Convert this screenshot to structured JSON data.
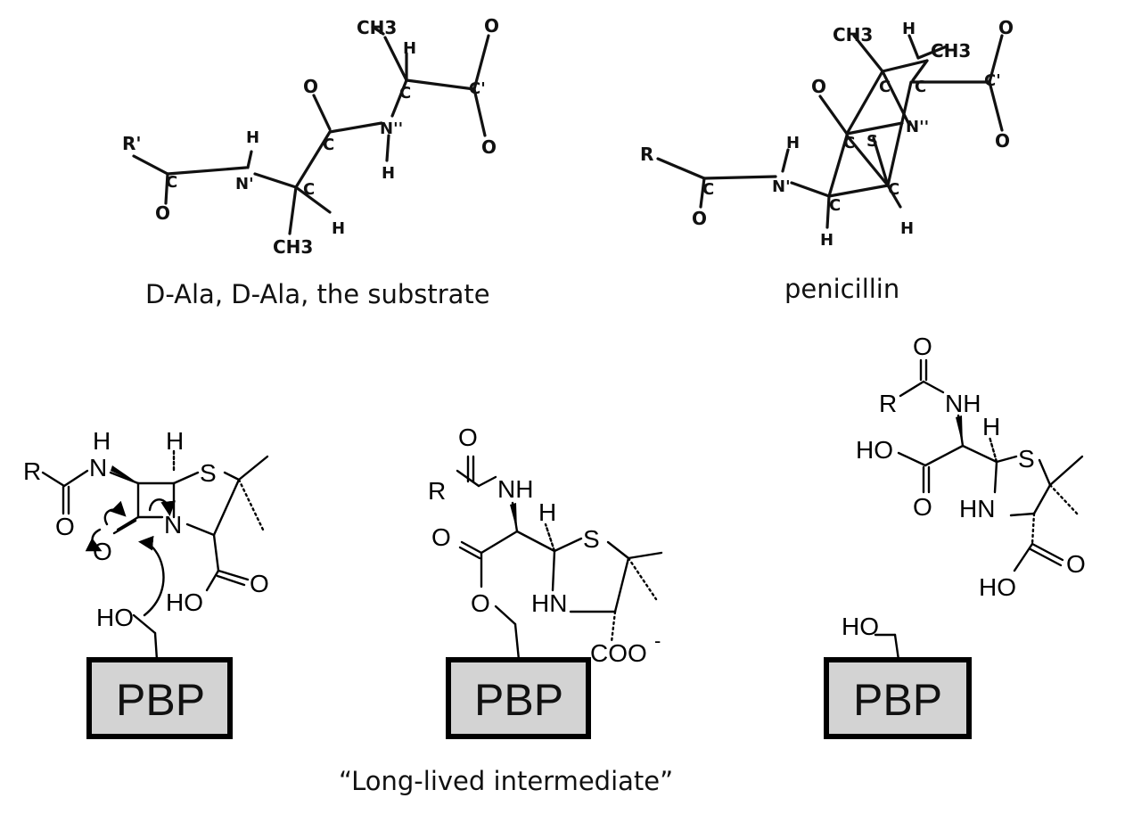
{
  "captions": {
    "substrate": "D-Ala, D-Ala, the substrate",
    "penicillin": "penicillin",
    "intermediate": "“Long-lived intermediate”"
  },
  "substrate_atoms": {
    "ch3_top": "CH3",
    "h_top": "H",
    "o_top": "O",
    "c_alpha2": "C",
    "c_prime": "C'",
    "o_acid1": "O",
    "o_acid2": "O",
    "n_double": "N''",
    "h_n2": "H",
    "c_carbonyl": "C",
    "r_prime": "R'",
    "c_acyl": "C",
    "o_acyl": "O",
    "h_n1": "H",
    "n_prime": "N'",
    "c_alpha1": "C",
    "ch3_bottom": "CH3",
    "h_bottom": "H"
  },
  "penicillin_atoms": {
    "ch3_left": "CH3",
    "h_top": "H",
    "ch3_right": "CH3",
    "o_acid1": "O",
    "c_left": "C",
    "c_right": "C",
    "c_prime": "C'",
    "o_ring": "O",
    "c_ring": "C",
    "s_ring": "S",
    "n_double": "N''",
    "o_acid2": "O",
    "r": "R",
    "h_n": "H",
    "n_prime": "N'",
    "c_acyl": "C",
    "c_low_left": "C",
    "c_low_right": "C",
    "o_acyl": "O",
    "h_low_left": "H",
    "h_low_right": "H"
  },
  "mechanism_step1": {
    "r": "R",
    "h_nh": "H",
    "n": "N",
    "h_top": "H",
    "s": "S",
    "o_amide": "O",
    "o_lactam": "O",
    "n_ring": "N",
    "acid": "HO",
    "o_acid": "O",
    "ho": "HO",
    "box_label": "PBP"
  },
  "mechanism_step2": {
    "o_amide": "O",
    "r": "R",
    "nh": "NH",
    "h_top": "H",
    "o_ester": "O",
    "s": "S",
    "o_link": "O",
    "hn": "HN",
    "coo": "COO",
    "charge": "-",
    "box_label": "PBP"
  },
  "mechanism_step3": {
    "o_amide": "O",
    "r": "R",
    "nh": "NH",
    "h_top": "H",
    "ho_acid": "HO",
    "s": "S",
    "o_acid": "O",
    "hn": "HN",
    "o_acid2": "O",
    "ho_acid2": "HO",
    "ho": "HO",
    "box_label": "PBP"
  }
}
